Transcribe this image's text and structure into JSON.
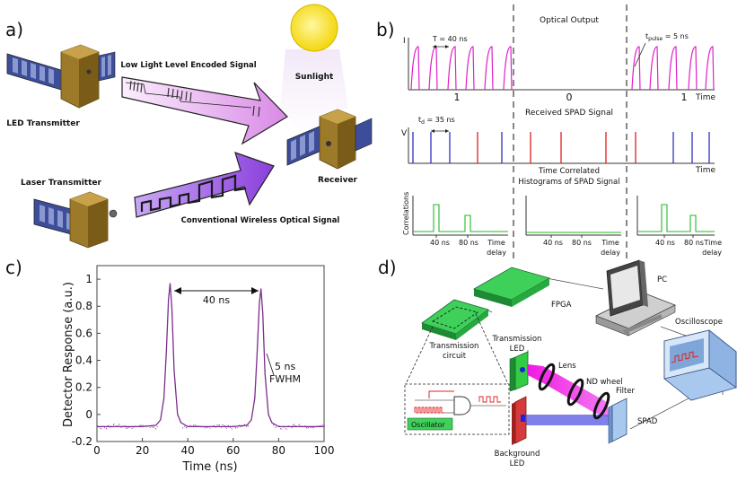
{
  "panel_a": {
    "label": "a)",
    "low_light_signal": "Low Light Level Encoded Signal",
    "sunlight": "Sunlight",
    "led_transmitter": "LED Transmitter",
    "receiver": "Receiver",
    "laser_transmitter": "Laser Transmitter",
    "conventional_signal": "Conventional Wireless Optical Signal"
  },
  "panel_b": {
    "label": "b)",
    "optical_output": "Optical Output",
    "period": "T = 40 ns",
    "pulse_prefix": "t",
    "pulse_sub": "pulse",
    "pulse_suffix": " = 5 ns",
    "i_axis": "I",
    "time": "Time",
    "bit1": "1",
    "bit0": "0",
    "bit1b": "1",
    "spad_signal": "Received SPAD Signal",
    "delay_prefix": "t",
    "delay_sub": "d",
    "delay_suffix": " = 35 ns",
    "v_axis": "V",
    "histogram_line1": "Time Correlated",
    "histogram_line2": "Histograms of SPAD Signal",
    "correlations": "Correlations",
    "tick40": "40 ns",
    "tick80": "80 ns",
    "time_delay_1": "Time",
    "time_delay_2": "delay"
  },
  "panel_c": {
    "label": "c)",
    "ylabel": "Detector Response (a.u.)",
    "xlabel": "Time (ns)",
    "spacing_label": "40 ns",
    "fwhm_line1": "5 ns",
    "fwhm_line2": "FWHM",
    "xticks": [
      "0",
      "20",
      "40",
      "60",
      "80",
      "100"
    ],
    "yticks": [
      "1",
      "0.8",
      "0.6",
      "0.4",
      "0.2",
      "0",
      "-0.2"
    ]
  },
  "panel_d": {
    "label": "d)",
    "fpga": "FPGA",
    "pc": "PC",
    "oscilloscope": "Oscilloscope",
    "transmission_circuit_1": "Transmission",
    "transmission_circuit_2": "circuit",
    "transmission_led_1": "Transmission",
    "transmission_led_2": "LED",
    "lens": "Lens",
    "nd_wheel": "ND wheel",
    "filter": "Filter",
    "spad": "SPAD",
    "oscillator": "Oscillator",
    "background_led_1": "Background",
    "background_led_2": "LED"
  },
  "chart_data": {
    "type": "line",
    "title": "",
    "xlabel": "Time (ns)",
    "ylabel": "Detector Response (a.u.)",
    "xlim": [
      0,
      100
    ],
    "ylim": [
      -0.2,
      1.1
    ],
    "series": [
      {
        "x": [
          0,
          10,
          20,
          26,
          28,
          29.5,
          30.5,
          31.5,
          32.2,
          33,
          34,
          35.5,
          37,
          40,
          50,
          60,
          66,
          68,
          69.5,
          70.5,
          71.5,
          72.2,
          73,
          74,
          75.5,
          77,
          80,
          90,
          100
        ],
        "y": [
          -0.09,
          -0.09,
          -0.09,
          -0.08,
          -0.04,
          0.12,
          0.45,
          0.85,
          0.97,
          0.78,
          0.32,
          0.0,
          -0.06,
          -0.09,
          -0.09,
          -0.09,
          -0.08,
          -0.04,
          0.12,
          0.45,
          0.82,
          0.93,
          0.75,
          0.3,
          0.0,
          -0.06,
          -0.09,
          -0.09,
          -0.09
        ]
      }
    ],
    "annotations": [
      "40 ns",
      "5 ns FWHM"
    ],
    "colors": {
      "line": "#7b2d8e"
    }
  },
  "colors": {
    "magenta": "#e020c8",
    "blue_pulse": "#3030c0",
    "red_pulse": "#e02020",
    "green_hist": "#22bb22",
    "arrow_light": "#f0c8f4",
    "arrow_dark": "#9a52e0"
  }
}
